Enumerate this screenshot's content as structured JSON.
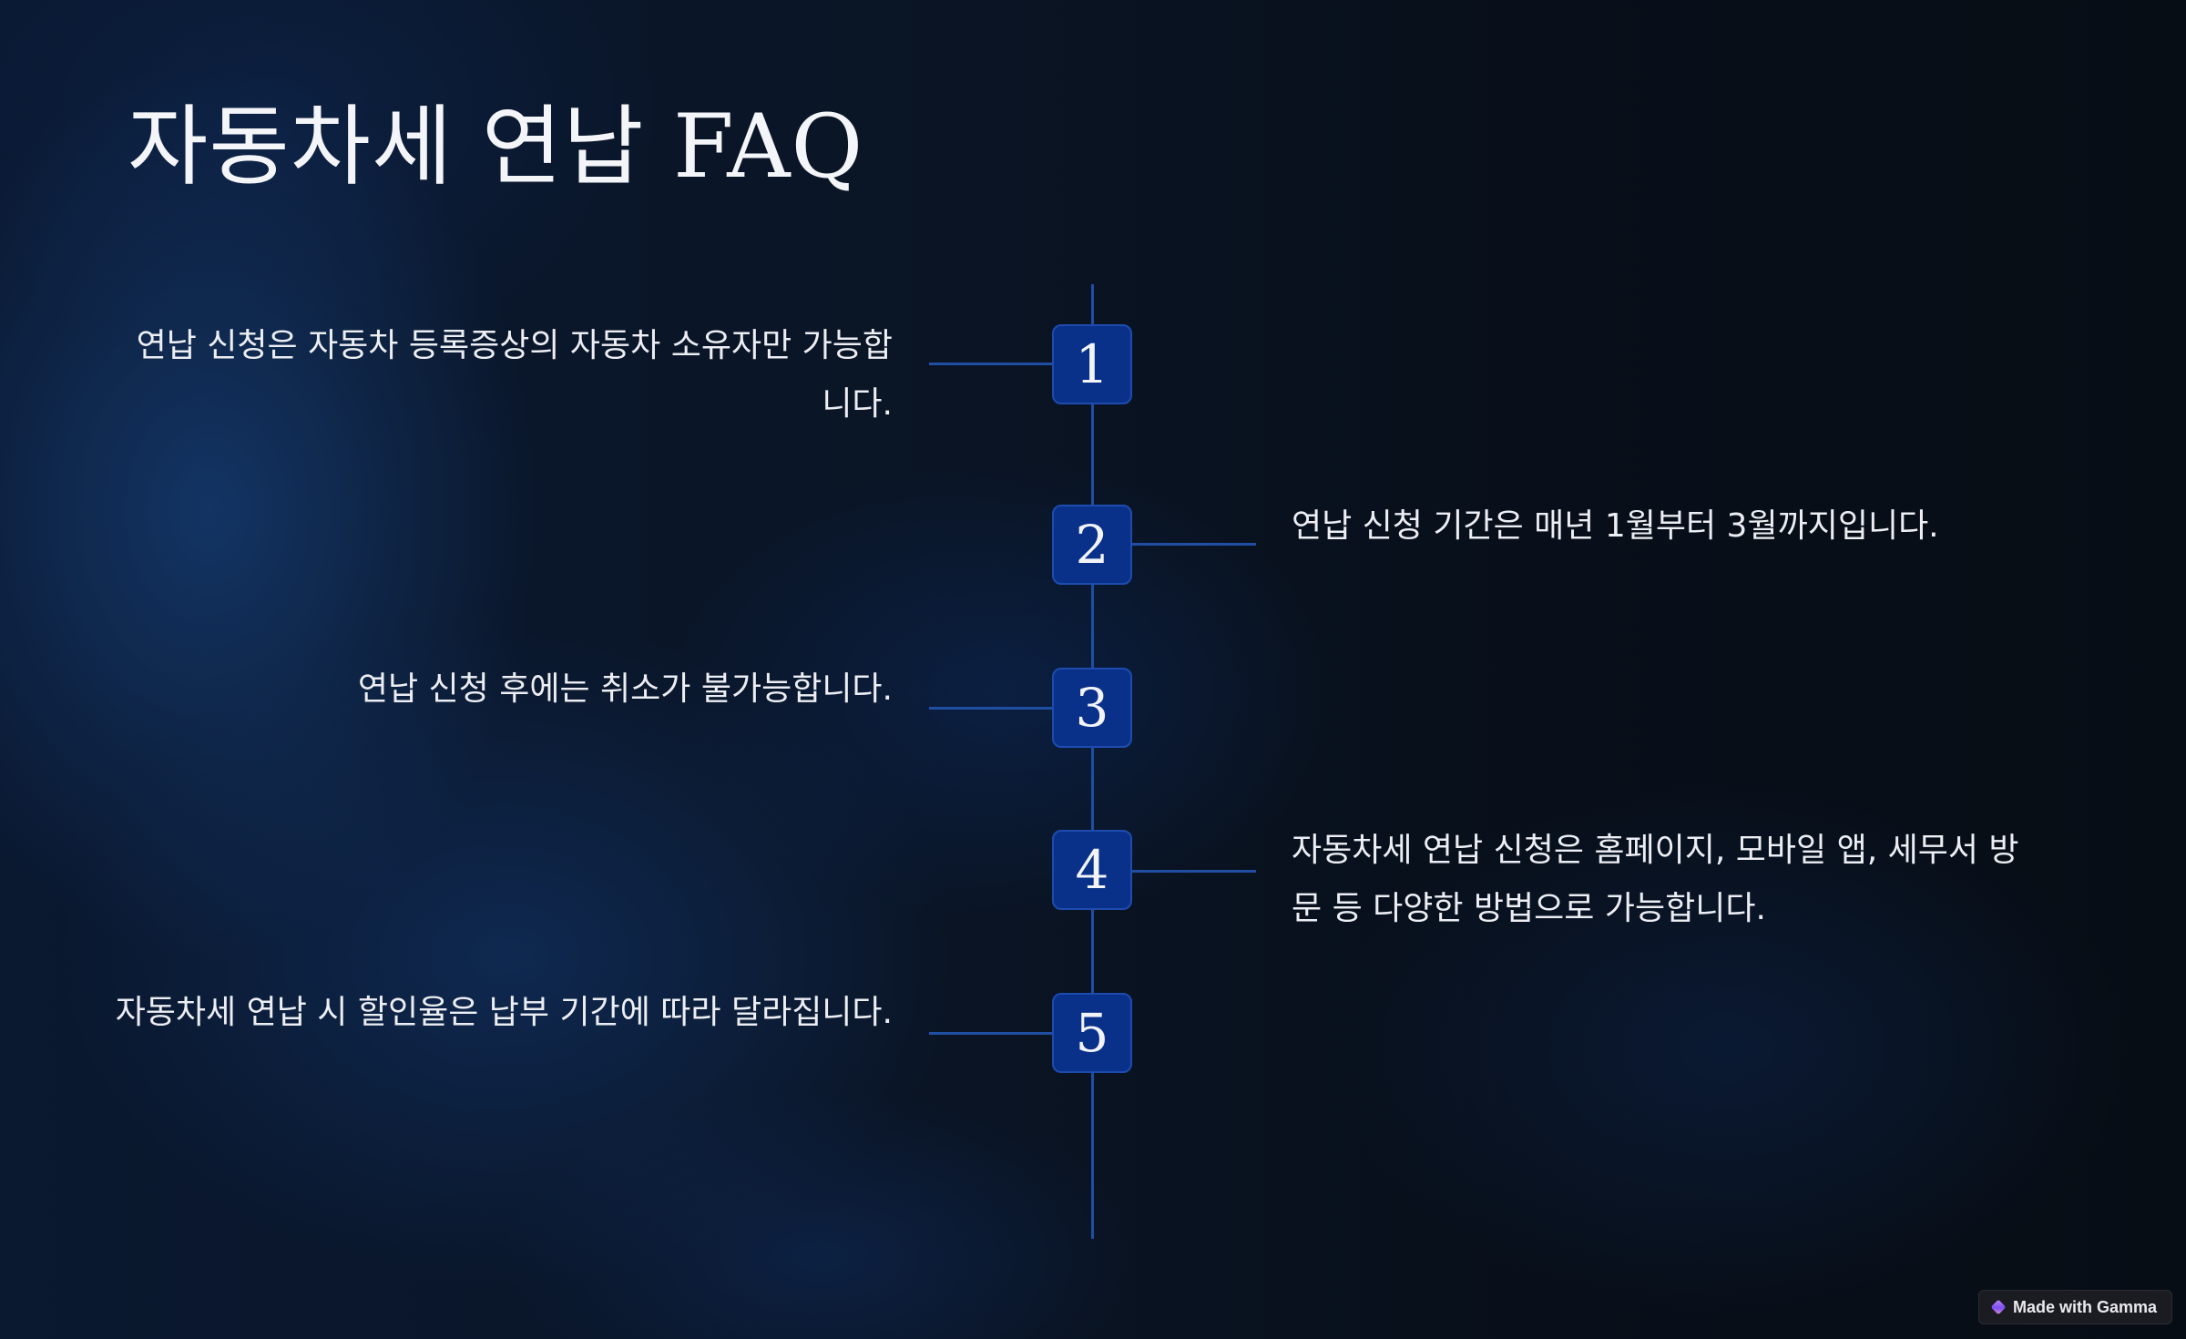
{
  "slide": {
    "title": "자동차세 연납 FAQ"
  },
  "timeline": {
    "items": [
      {
        "number": "1",
        "side": "left",
        "text": "연납 신청은 자동차 등록증상의 자동차 소유자만 가능합니다."
      },
      {
        "number": "2",
        "side": "right",
        "text": "연납 신청 기간은 매년 1월부터 3월까지입니다."
      },
      {
        "number": "3",
        "side": "left",
        "text": "연납 신청 후에는 취소가 불가능합니다."
      },
      {
        "number": "4",
        "side": "right",
        "text": "자동차세 연납 신청은 홈페이지, 모바일 앱, 세무서 방문 등 다양한 방법으로 가능합니다."
      },
      {
        "number": "5",
        "side": "left",
        "text": "자동차세 연납 시 할인율은 납부 기간에 따라 달라집니다."
      }
    ]
  },
  "badge": {
    "label": "Made with Gamma",
    "icon": "gamma-logo-icon"
  },
  "colors": {
    "background": "#08111d",
    "timeline_line": "#1f4ea3",
    "marker_fill": "#0a3189",
    "text": "#eceef3"
  }
}
